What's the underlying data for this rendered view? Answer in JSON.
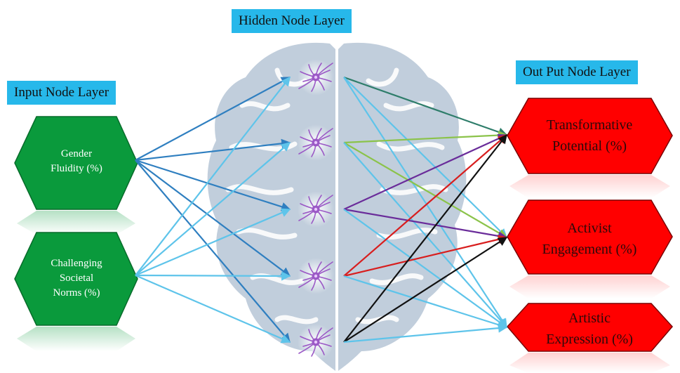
{
  "layers": {
    "input": "Input Node Layer",
    "hidden": "Hidden Node Layer",
    "output": "Out Put Node Layer"
  },
  "inputs": [
    {
      "lines": [
        "Gender",
        "Fluidity (%)"
      ]
    },
    {
      "lines": [
        "Challenging",
        "Societal",
        "Norms (%)"
      ]
    }
  ],
  "outputs": [
    {
      "lines": [
        "Transformative",
        "Potential (%)"
      ]
    },
    {
      "lines": [
        "Activist",
        "Engagement (%)"
      ]
    },
    {
      "lines": [
        "Artistic",
        "Expression (%)"
      ]
    }
  ],
  "colors": {
    "label_bg": "#27b8ea",
    "input_fill": "#0a9a3c",
    "output_fill": "#ff0000",
    "brain": "#b7c6d6",
    "neuron": "#9b59c6",
    "arrow_input1": "#2f7fc0",
    "arrow_input2": "#5ec4ea"
  },
  "hidden_count": 5
}
